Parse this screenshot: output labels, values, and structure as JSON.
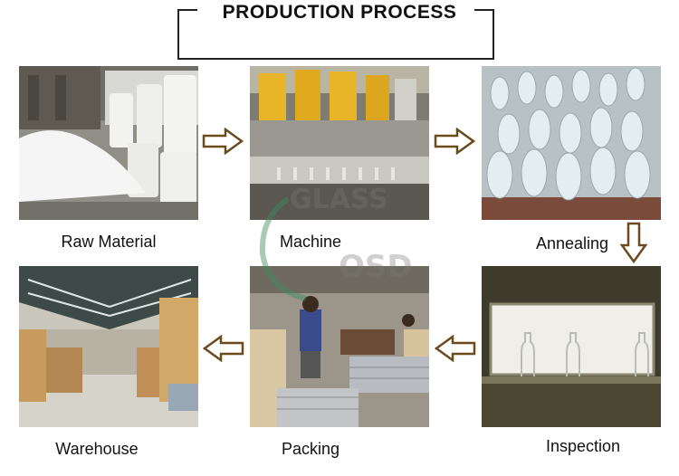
{
  "title": "PRODUCTION PROCESS",
  "steps": [
    {
      "label": "Raw Material"
    },
    {
      "label": "Machine"
    },
    {
      "label": "Annealing"
    },
    {
      "label": "Inspection"
    },
    {
      "label": "Packing"
    },
    {
      "label": "Warehouse"
    }
  ],
  "watermark": {
    "line1": "GLASS",
    "line2": "OSD"
  },
  "colors": {
    "arrow_stroke": "#6b4a1e",
    "arrow_fill": "#ffffff",
    "text": "#111111"
  },
  "icons": {
    "arrow": "hollow-arrow-icon"
  }
}
